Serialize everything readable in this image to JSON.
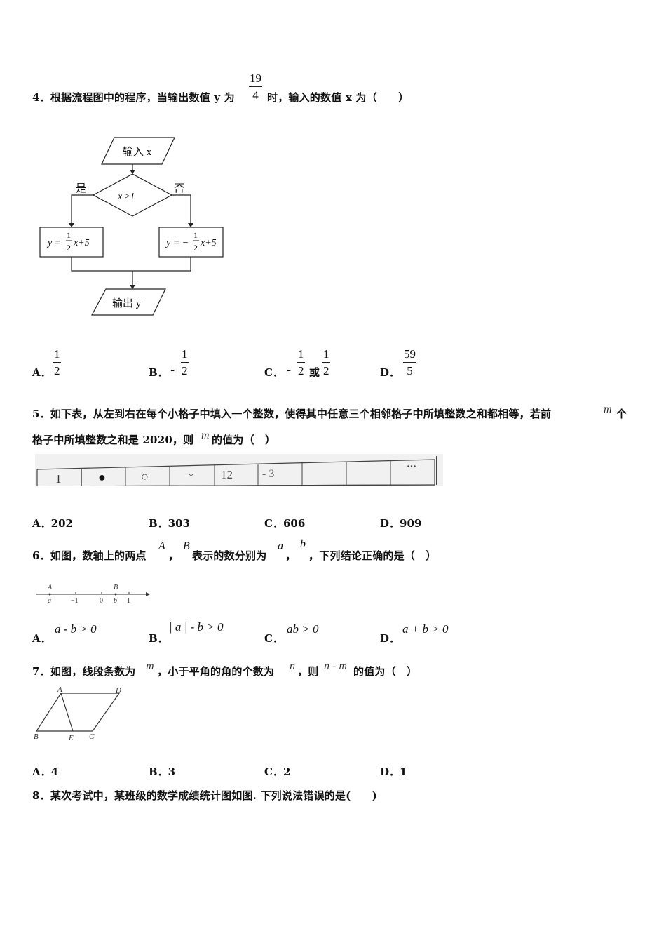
{
  "q4": {
    "prefix": "4．根据流程图中的程序，当输出数值 y 为",
    "frac_num": "19",
    "frac_den": "4",
    "suffix": "时，输入的数值 x 为（　　）",
    "flow": {
      "input": "输入 x",
      "condition": "x ≥1",
      "yes": "是",
      "no": "否",
      "left_eq_a": "y =",
      "left_eq_b": "x+5",
      "right_eq_a": "y = −",
      "right_eq_b": "x+5",
      "coef_num": "1",
      "coef_den": "2",
      "output": "输出 y"
    },
    "options": {
      "A_label": "A．",
      "A_num": "1",
      "A_den": "2",
      "B_label": "B．",
      "B_sign": "-",
      "B_num": "1",
      "B_den": "2",
      "C_label": "C．",
      "C_sign": "-",
      "C_num1": "1",
      "C_den1": "2",
      "C_or": "或",
      "C_num2": "1",
      "C_den2": "2",
      "D_label": "D．",
      "D_num": "59",
      "D_den": "5"
    }
  },
  "q5": {
    "line1a": "5．如下表，从左到右在每个小格子中填入一个整数，使得其中任意三个相邻格子中所填整数之和都相等，若前",
    "var_m": "m",
    "line1b": "个",
    "line2a": "格子中所填整数之和是 2020，则",
    "line2b": "的值为（　）",
    "cells": [
      "1",
      "●",
      "○",
      "*",
      "12",
      "- 3",
      "",
      "",
      "···"
    ],
    "options": {
      "A": "A．202",
      "B": "B．303",
      "C": "C．606",
      "D": "D．909"
    }
  },
  "q6": {
    "part1": "6．如图，数轴上的两点",
    "A": "A",
    "comma": "，",
    "B": "B",
    "part2": "表示的数分别为",
    "a": "a",
    "b": "b",
    "part3": "，下列结论正确的是（　）",
    "axis": {
      "A": "A",
      "B": "B",
      "a": "a",
      "b": "b",
      "neg1": "−1",
      "zero": "0",
      "one": "1"
    },
    "options": {
      "A_label": "A．",
      "A_expr": "a - b > 0",
      "B_label": "B．",
      "B_expr": "| a | - b > 0",
      "C_label": "C．",
      "C_expr": "ab > 0",
      "D_label": "D．",
      "D_expr": "a + b > 0"
    }
  },
  "q7": {
    "part1": "7．如图，线段条数为",
    "m": "m",
    "part2": "，小于平角的角的个数为",
    "n": "n",
    "part3": "，则",
    "expr": "n - m",
    "part4": "的值为（　）",
    "fig": {
      "A": "A",
      "D": "D",
      "B": "B",
      "E": "E",
      "C": "C"
    },
    "options": {
      "A": "A．4",
      "B": "B．3",
      "C": "C．2",
      "D": "D．1"
    }
  },
  "q8": {
    "text": "8．某次考试中，某班级的数学成绩统计图如图. 下列说法错误的是(　　)"
  }
}
